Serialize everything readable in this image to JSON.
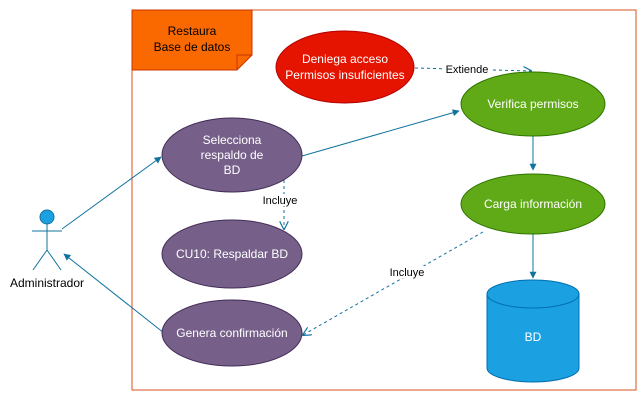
{
  "system": {
    "title_line1": "Restaura",
    "title_line2": "Base de datos"
  },
  "actor": {
    "label": "Administrador"
  },
  "use_cases": {
    "deniega": [
      "Deniega acceso",
      "Permisos insuficientes"
    ],
    "verifica": [
      "Verifica permisos"
    ],
    "selecciona": [
      "Selecciona",
      "respaldo de",
      "BD"
    ],
    "carga": [
      "Carga información"
    ],
    "respaldar": [
      "CU10: Respaldar BD"
    ],
    "genera": [
      "Genera confirmación"
    ]
  },
  "database": {
    "label": "BD"
  },
  "relations": {
    "extiende": "Extiende",
    "incluye_1": "Incluye",
    "incluye_2": "Incluye"
  },
  "colors": {
    "system_border": "#d9531e",
    "title_fill": "#fa6800",
    "deniega_fill": "#e51400",
    "deniega_stroke": "#b20000",
    "green_fill": "#60a917",
    "green_stroke": "#2d7600",
    "purple_fill": "#76608a",
    "purple_stroke": "#432d57",
    "db_fill": "#1ba1e2",
    "db_stroke": "#006eaf",
    "line": "#10739e",
    "actor_fill": "#1ba1e2"
  }
}
